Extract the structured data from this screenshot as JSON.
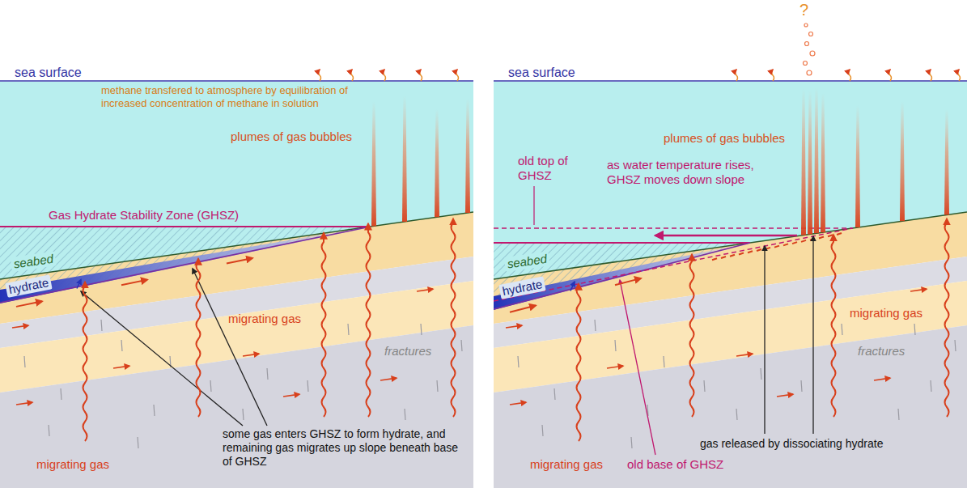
{
  "diagram": {
    "labels": [
      "sea surface",
      "methane transfered to atmosphere by equilibration of increased concentration of methane in solution",
      "plumes of gas bubbles",
      "Gas Hydrate Stability Zone (GHSZ)",
      "seabed",
      "hydrate",
      "migrating gas",
      "fractures",
      "migrating gas",
      "some gas enters GHSZ to form hydrate, and remaining gas migrates up slope beneath base of GHSZ",
      "?",
      "sea surface",
      "plumes of gas bubbles",
      "old top of GHSZ",
      "as water temperature rises, GHSZ moves down slope",
      "seabed",
      "hydrate",
      "migrating gas",
      "fractures",
      "migrating gas",
      "old base of GHSZ",
      "gas released by dissociating hydrate"
    ]
  }
}
